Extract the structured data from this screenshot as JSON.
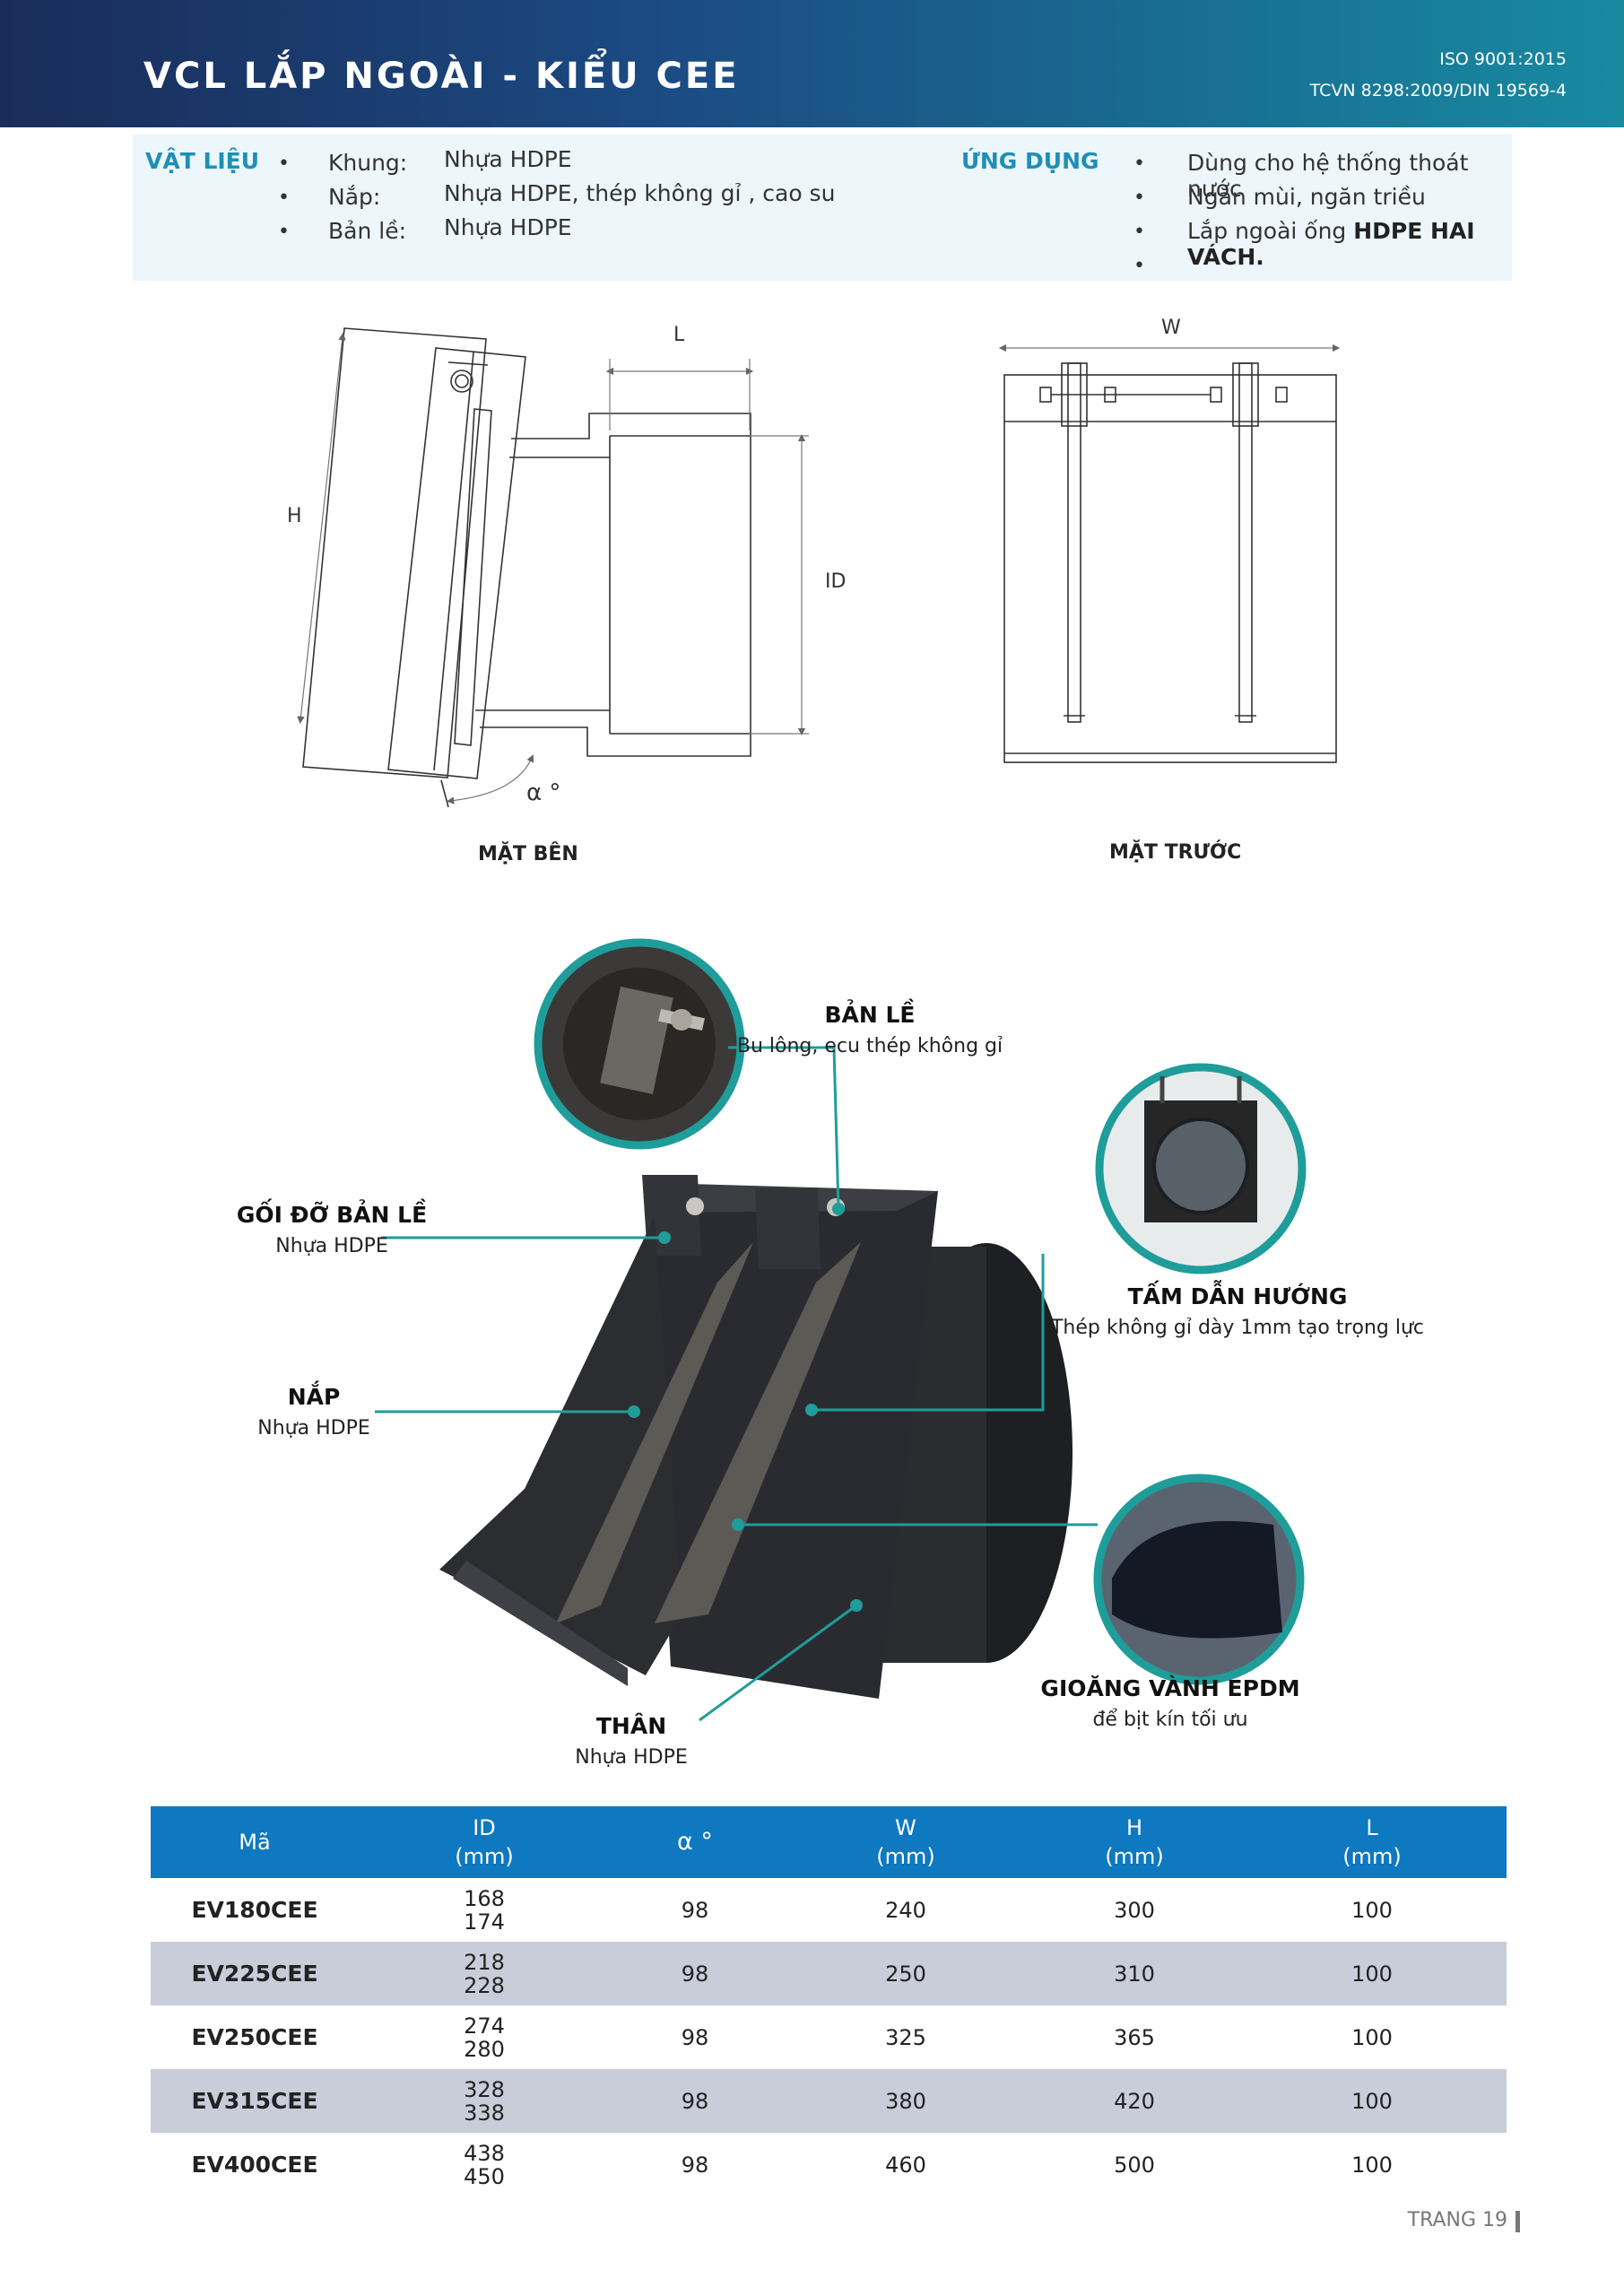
{
  "header": {
    "title": "VCL LẮP NGOÀI - KIỂU CEE",
    "iso": "ISO 9001:2015",
    "standard": "TCVN 8298:2009/DIN 19569-4"
  },
  "materials": {
    "label": "VẬT LIỆU",
    "items": [
      {
        "key": "Khung:",
        "value": "Nhựa HDPE"
      },
      {
        "key": "Nắp:",
        "value": "Nhựa HDPE, thép không gỉ , cao su"
      },
      {
        "key": "Bản lề:",
        "value": "Nhựa HDPE"
      }
    ]
  },
  "applications": {
    "label": "ỨNG DỤNG",
    "items": [
      "Dùng  cho hệ thống thoát nước",
      "Ngăn mùi, ngăn triều"
    ],
    "third_prefix": "Lắp ngoài ống ",
    "third_bold": "HDPE HAI VÁCH."
  },
  "drawings": {
    "side": {
      "label": "MẶT BÊN",
      "dim_h": "H",
      "dim_l": "L",
      "dim_id": "ID",
      "dim_alpha": "α °"
    },
    "front": {
      "label": "MẶT TRƯỚC",
      "dim_w": "W"
    }
  },
  "callouts": {
    "hinge": {
      "title": "BẢN LỀ",
      "sub": "Bu lông, ecu thép không gỉ"
    },
    "hinge_support": {
      "title": "GỐI ĐỠ BẢN LỀ",
      "sub": "Nhựa HDPE"
    },
    "guide_plate": {
      "title": "TẤM DẪN HƯỚNG",
      "sub": "Thép không gỉ dày 1mm tạo trọng lực"
    },
    "lid": {
      "title": "NẮP",
      "sub": "Nhựa HDPE"
    },
    "gasket": {
      "title": "GIOĂNG VÀNH EPDM",
      "sub": "để bịt kín tối ưu"
    },
    "body": {
      "title": "THÂN",
      "sub": "Nhựa HDPE"
    }
  },
  "table": {
    "headers": [
      {
        "l1": "Mã",
        "l2": ""
      },
      {
        "l1": "ID",
        "l2": "(mm)"
      },
      {
        "l1": "α °",
        "l2": ""
      },
      {
        "l1": "W",
        "l2": "(mm)"
      },
      {
        "l1": "H",
        "l2": "(mm)"
      },
      {
        "l1": "L",
        "l2": "(mm)"
      }
    ],
    "rows": [
      {
        "code": "EV180CEE",
        "id1": "168",
        "id2": "174",
        "alpha": "98",
        "w": "240",
        "h": "300",
        "l": "100"
      },
      {
        "code": "EV225CEE",
        "id1": "218",
        "id2": "228",
        "alpha": "98",
        "w": "250",
        "h": "310",
        "l": "100"
      },
      {
        "code": "EV250CEE",
        "id1": "274",
        "id2": "280",
        "alpha": "98",
        "w": "325",
        "h": "365",
        "l": "100"
      },
      {
        "code": "EV315CEE",
        "id1": "328",
        "id2": "338",
        "alpha": "98",
        "w": "380",
        "h": "420",
        "l": "100"
      },
      {
        "code": "EV400CEE",
        "id1": "438",
        "id2": "450",
        "alpha": "98",
        "w": "460",
        "h": "500",
        "l": "100"
      }
    ]
  },
  "page": "TRANG 19"
}
